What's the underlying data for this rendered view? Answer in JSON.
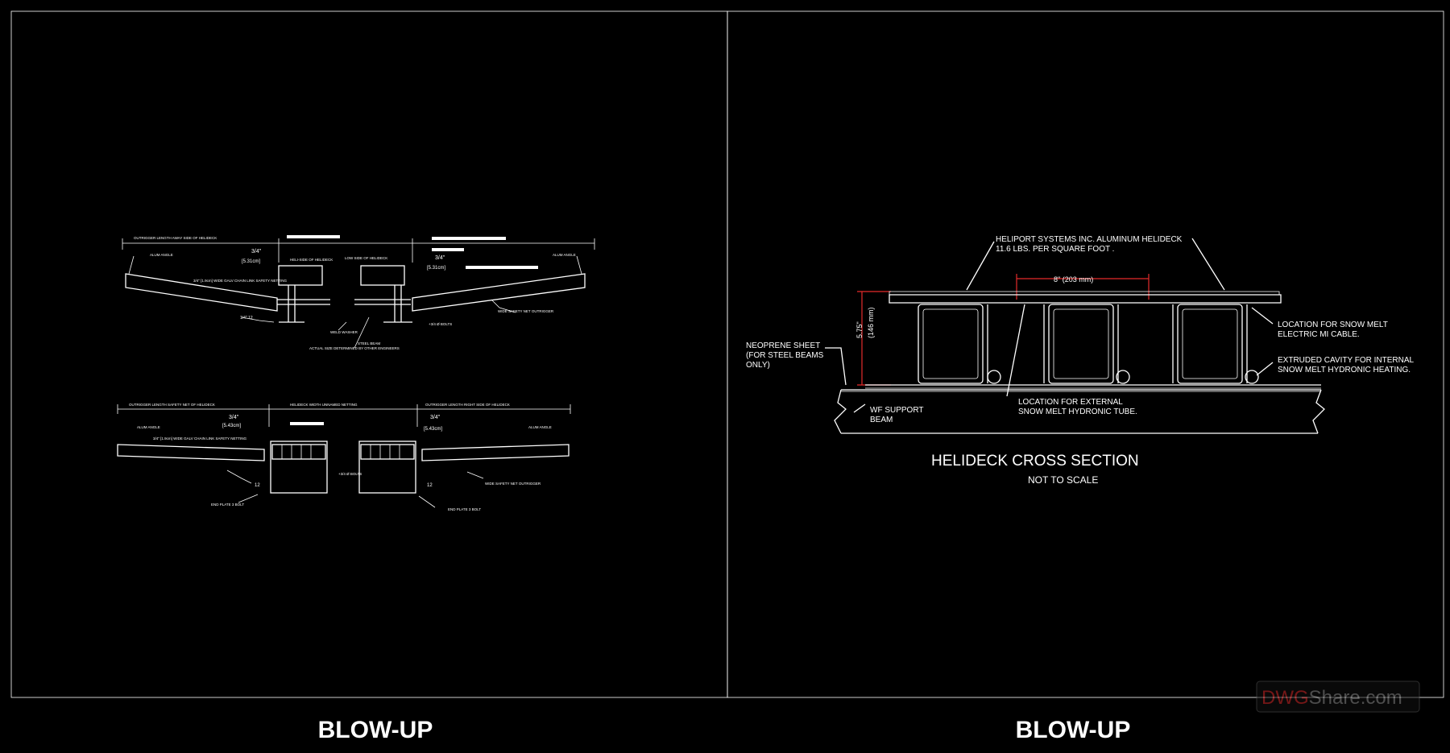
{
  "panels": {
    "left": {
      "title": "BLOW-UP"
    },
    "right": {
      "title": "BLOW-UP"
    }
  },
  "left_details": {
    "top": {
      "dim_outboard": "OUTRIGGER LENGTH AWAY SIDE OF HELIDECK",
      "slope_top": "3/4\"",
      "slope_mm_top": "[5.31cm]",
      "slope_right": "3/4\"",
      "slope_mm_right": "[5.31cm]",
      "alum_angle_left": "ALUM ANGLE",
      "alum_angle_right": "ALUM ANGLE",
      "netting": "3/4\" [1.9cm] WIDE GALV CHAIN LINK SAFETY NETTING",
      "helideck_edge_left": "HELI-SIDE OF HELIDECK",
      "helideck_edge_right": "LOW SIDE OF HELIDECK",
      "slope_ratio": "1/4\" 12",
      "bolts": "+3/4 Ø BOLTS",
      "beam_note": "STEEL BEAM",
      "actual_size": "ACTUAL SIZE DETERMINED BY OTHER ENGINEERS",
      "net_outrigger": "WIDE SAFETY NET OUTRIGGER",
      "weld_washer": "WELD WASHER"
    },
    "bottom": {
      "dim_left": "OUTRIGGER LENGTH SAFETY NET OF HELIDECK",
      "dim_center": "HELIDECK WIDTH UNNAMED NETTING",
      "dim_right": "OUTRIGGER LENGTH RIGHT SIDE OF HELIDECK",
      "slope_left": "3/4\"",
      "slope_mm_left": "[5.43cm]",
      "slope_right": "3/4\"",
      "slope_mm_right": "[5.43cm]",
      "alum_angle_left": "ALUM ANGLE",
      "alum_angle_right": "ALUM ANGLE",
      "netting": "3/4\" [1.9cm] WIDE GALV CHAIN LINK SAFETY NETTING",
      "rise": "12",
      "end_plate_left": "END PLATE 3 BOLT",
      "end_plate_right": "END PLATE 3 BOLT",
      "bolts": "+3/4 Ø BOLTS",
      "net_outrigger": "WIDE SAFETY NET OUTRIGGER"
    }
  },
  "cross_section": {
    "title": "HELIDECK CROSS SECTION",
    "subtitle": "NOT TO SCALE",
    "heliport_line1": "HELIPORT SYSTEMS INC. ALUMINUM HELIDECK",
    "heliport_line2": "11.6 LBS. PER SQUARE FOOT .",
    "span_dim": "8\" (203 mm)",
    "depth_dim": "5.75\"",
    "depth_mm": "(146 mm)",
    "neoprene_1": "NEOPRENE SHEET",
    "neoprene_2": "(FOR STEEL BEAMS",
    "neoprene_3": "ONLY)",
    "wf_1": "WF SUPPORT",
    "wf_2": "BEAM",
    "external_1": "LOCATION FOR EXTERNAL",
    "external_2": "SNOW MELT HYDRONIC TUBE.",
    "snowmelt_1": "LOCATION FOR SNOW MELT",
    "snowmelt_2": "ELECTRIC MI CABLE.",
    "extruded_1": "EXTRUDED CAVITY FOR INTERNAL",
    "extruded_2": "SNOW MELT HYDRONIC HEATING."
  },
  "watermark": {
    "part1": "DWG",
    "part2": "Share",
    "part3": ".com"
  },
  "colors": {
    "background": "#000000",
    "lines": "#ffffff",
    "dimension_red": "#e52b2b",
    "watermark_red": "#d42a2a"
  }
}
